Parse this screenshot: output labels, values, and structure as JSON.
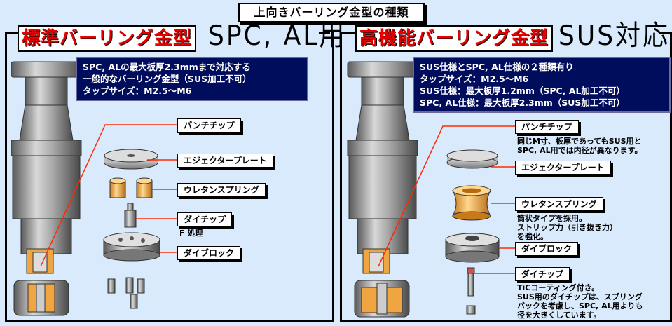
{
  "title": "上向きバーリング金型の種類",
  "left": {
    "heading": "標準バーリング金型",
    "subheading": "SPC, AL用",
    "info_lines": [
      "SPC, ALの最大板厚2.3mmまで対応する",
      "一般的なバーリング金型（SUS加工不可）",
      "タップサイズ：M2.5～M6"
    ],
    "labels": {
      "punch_tip": "パンチチップ",
      "ejector_plate": "エジェクタープレート",
      "urethane_spring": "ウレタンスプリング",
      "die_tip": "ダイチップ",
      "die_block": "ダイブロック"
    },
    "die_tip_note": "F 処理"
  },
  "right": {
    "heading": "高機能バーリング金型",
    "subheading": "SUS対応",
    "info_lines": [
      "SUS仕様とSPC, AL仕様の２種類有り",
      "タップサイズ：M2.5～M6",
      "SUS仕様：最大板厚1.2mm（SPC, AL加工不可）",
      "SPC, AL仕様：最大板厚2.3mm（SUS加工不可）"
    ],
    "labels": {
      "punch_tip": "パンチチップ",
      "ejector_plate": "エジェクタープレート",
      "urethane_spring": "ウレタンスプリング",
      "die_block": "ダイブロック",
      "die_tip": "ダイチップ"
    },
    "punch_tip_note": [
      "同じM寸、板厚であってもSUS用と",
      "SPC, AL用では内径が異なります。"
    ],
    "urethane_note": [
      "筒状タイプを採用。",
      "ストリップ力（引き抜き力）",
      "を強化。"
    ],
    "die_tip_note": [
      "TiCコーティング付き。",
      "SUS用のダイチップは、スプリング",
      "バックを考慮し、SPC, AL用よりも",
      "径を大きくしています。"
    ]
  },
  "colors": {
    "background": "#d8eafc",
    "info_box": "#000c5c",
    "heading_red": "#e60000",
    "leader_line": "#ff2a00",
    "urethane": "#f0a640",
    "steel": "#9a9a9a"
  }
}
